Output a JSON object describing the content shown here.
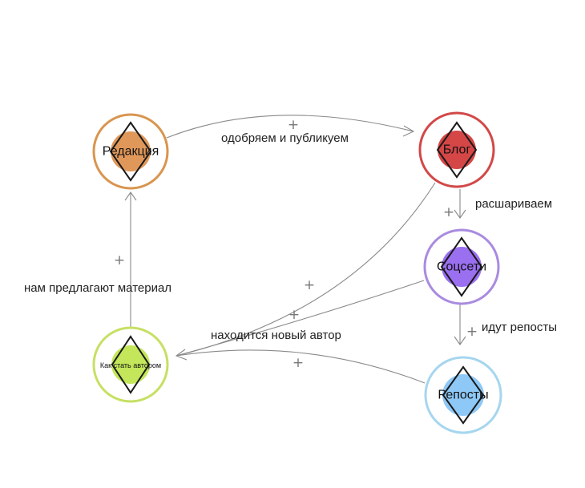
{
  "colors": {
    "redaktsiya_ring": "#d9954f",
    "redaktsiya_fill": "#e0985a",
    "blog_ring": "#d24848",
    "blog_fill": "#d54646",
    "sotsseti_ring": "#a98be0",
    "sotsseti_fill": "#9a6ff0",
    "reposty_ring": "#a6d6ee",
    "reposty_fill": "#8ec8f6",
    "author_ring": "#c6e063",
    "author_fill": "#c3e65a",
    "edge": "#8a8a8a",
    "diamond": "#1a1a1a"
  },
  "nodes": {
    "redaktsiya": "Редакция",
    "blog": "Блог",
    "sotsseti": "Соцсети",
    "reposty": "Репосты",
    "author": "Как стать автором"
  },
  "edges": {
    "publish": "одобряем и публикуем",
    "share": "расшариваем",
    "reposts": "идут репосты",
    "new_author": "находится новый автор",
    "offer": "нам предлагают материал"
  },
  "polarity": "+"
}
